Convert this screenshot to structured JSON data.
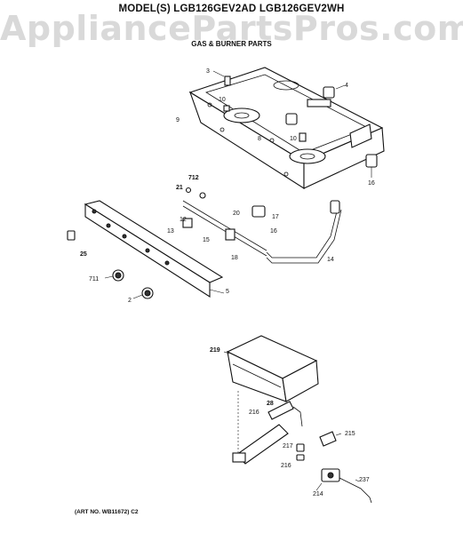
{
  "header": {
    "model_line": "MODEL(S) LGB126GEV2AD  LGB126GEV2WH",
    "section": "GAS & BURNER PARTS"
  },
  "watermark": "AppliancePartsPros.com",
  "art_number": "(ART NO. WB11672) C2",
  "callouts": {
    "c2": "2",
    "c3": "3",
    "c4": "4",
    "c5": "5",
    "c8": "8",
    "c9": "9",
    "c10a": "10",
    "c10b": "10",
    "c12": "12",
    "c13": "13",
    "c14": "14",
    "c15": "15",
    "c16a": "16",
    "c16b": "16",
    "c17": "17",
    "c18": "18",
    "c20": "20",
    "c21": "21",
    "c25": "25",
    "c28": "28",
    "c214": "214",
    "c215": "215",
    "c216a": "216",
    "c216b": "216",
    "c217": "217",
    "c219": "219",
    "c237": "237",
    "c711": "711",
    "c712": "712"
  }
}
